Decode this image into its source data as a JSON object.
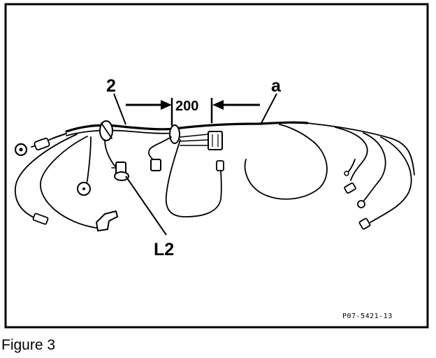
{
  "labels": {
    "callout_2": "2",
    "callout_a": "a",
    "callout_l2": "L2",
    "dimension": "200",
    "part_code": "P07-5421-13"
  },
  "caption": "Figure 3",
  "colors": {
    "ink": "#000000",
    "paper": "#ffffff"
  }
}
